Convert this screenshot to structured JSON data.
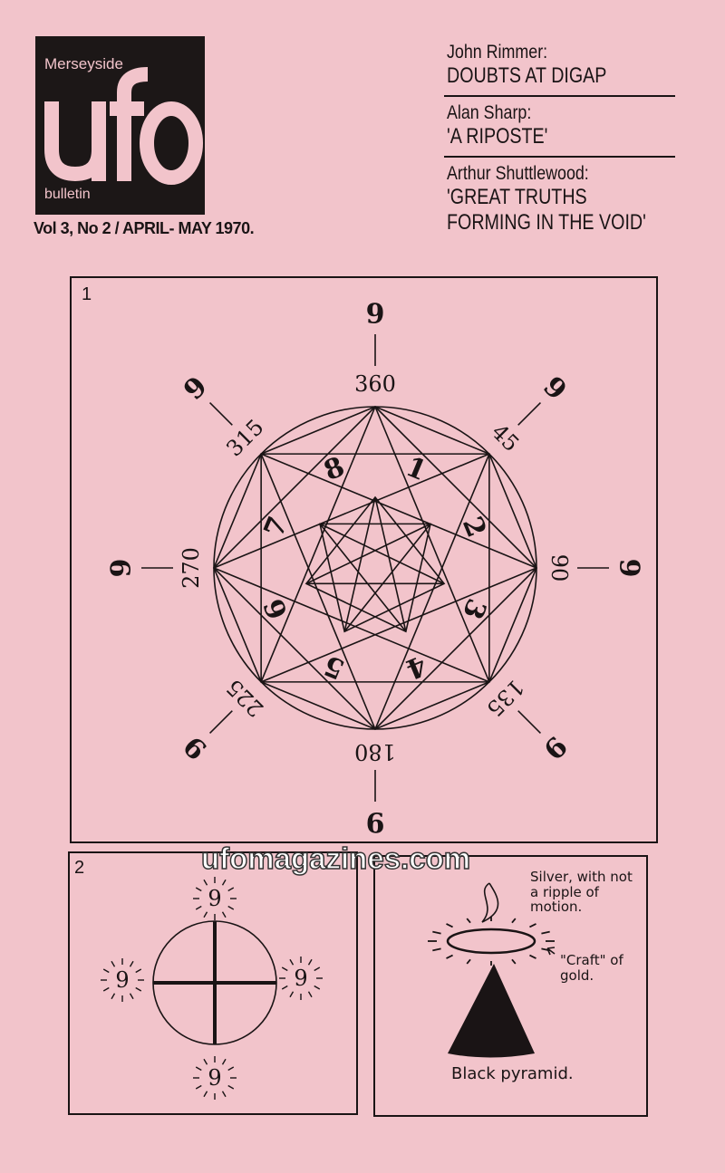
{
  "masthead": {
    "line1": "Merseyside",
    "logo": "ufo",
    "line2": "bulletin"
  },
  "issue": "Vol 3, No 2 / APRIL- MAY 1970.",
  "contents": [
    {
      "author": "John Rimmer:",
      "title": "DOUBTS AT DIGAP"
    },
    {
      "author": "Alan Sharp:",
      "title": "'A RIPOSTE'"
    },
    {
      "author": "Arthur Shuttlewood:",
      "title": "'GREAT TRUTHS FORMING IN THE VOID'"
    }
  ],
  "figure1": {
    "number": "1",
    "degrees": [
      "360",
      "45",
      "90",
      "135",
      "180",
      "225",
      "270",
      "315"
    ],
    "arrow_label": "9",
    "inner_numbers": [
      "1",
      "2",
      "3",
      "4",
      "5",
      "6",
      "7",
      "8"
    ]
  },
  "figure2": {
    "number": "2",
    "sun_label": "9"
  },
  "figure3": {
    "silver_note": "Silver, with not a ripple of motion.",
    "craft_note": "\"Craft\" of gold.",
    "pyramid_note": "Black pyramid."
  },
  "watermark": "ufomagazines.com"
}
